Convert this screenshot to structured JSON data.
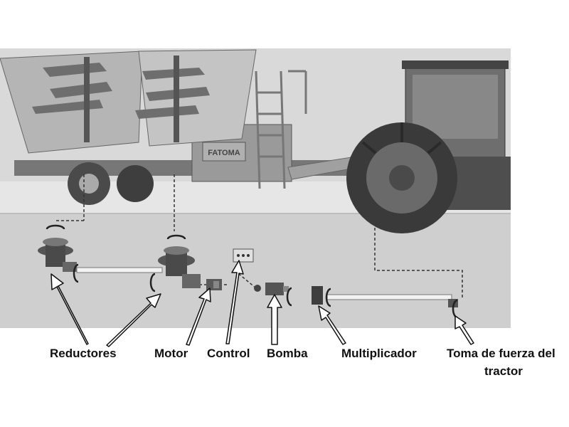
{
  "brand_plate": "FATOMA",
  "labels": {
    "reductores": "Reductores",
    "motor": "Motor",
    "control": "Control",
    "bomba": "Bomba",
    "multiplicador": "Multiplicador",
    "toma_line1": "Toma de fuerza del",
    "toma_line2": "tractor"
  },
  "colors": {
    "background_panel": "#d6d6d6",
    "ground_floor": "#c7c7c7",
    "machine_body": "#8a8a8a",
    "tractor_body": "#5a5a5a",
    "arrow_outline": "#111111"
  }
}
